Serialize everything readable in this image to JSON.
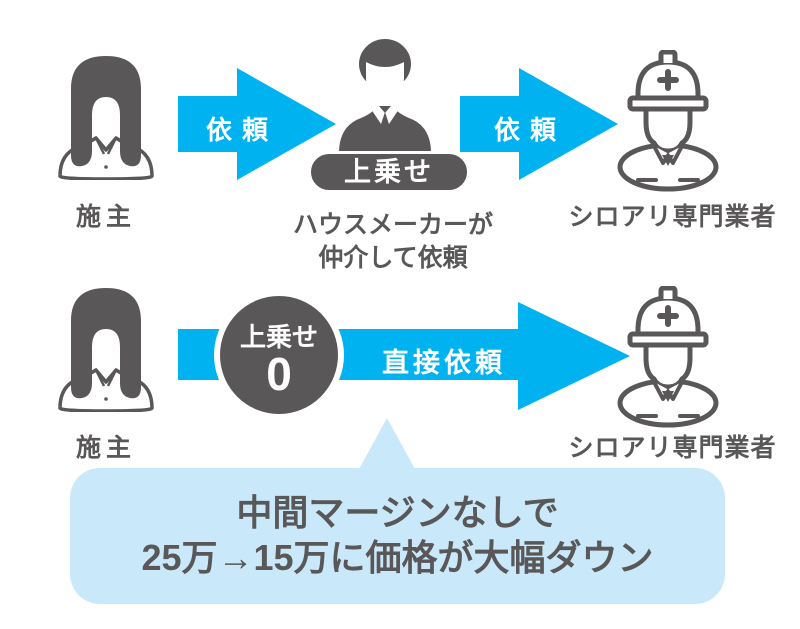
{
  "colors": {
    "accent_cyan": "#00b3f0",
    "dark_gray": "#595757",
    "bubble_blue": "#c9e9fa",
    "text_on_accent": "#ffffff"
  },
  "icons": {
    "homeowner": "person-woman-icon",
    "housemaker": "person-businessman-icon",
    "contractor": "worker-helmet-icon"
  },
  "top_flow": {
    "owner_label": "施主",
    "arrow1_label": "依頼",
    "middleman_badge": "上乗せ",
    "middleman_caption_line1": "ハウスメーカーが",
    "middleman_caption_line2": "仲介して依頼",
    "arrow2_label": "依頼",
    "contractor_label": "シロアリ専門業者"
  },
  "bottom_flow": {
    "owner_label": "施主",
    "markup_circle": {
      "label": "上乗せ",
      "value": "0"
    },
    "arrow_label": "直接依頼",
    "contractor_label": "シロアリ専門業者"
  },
  "callout": {
    "line1": "中間マージンなしで",
    "line2": "25万→15万に価格が大幅ダウン"
  }
}
